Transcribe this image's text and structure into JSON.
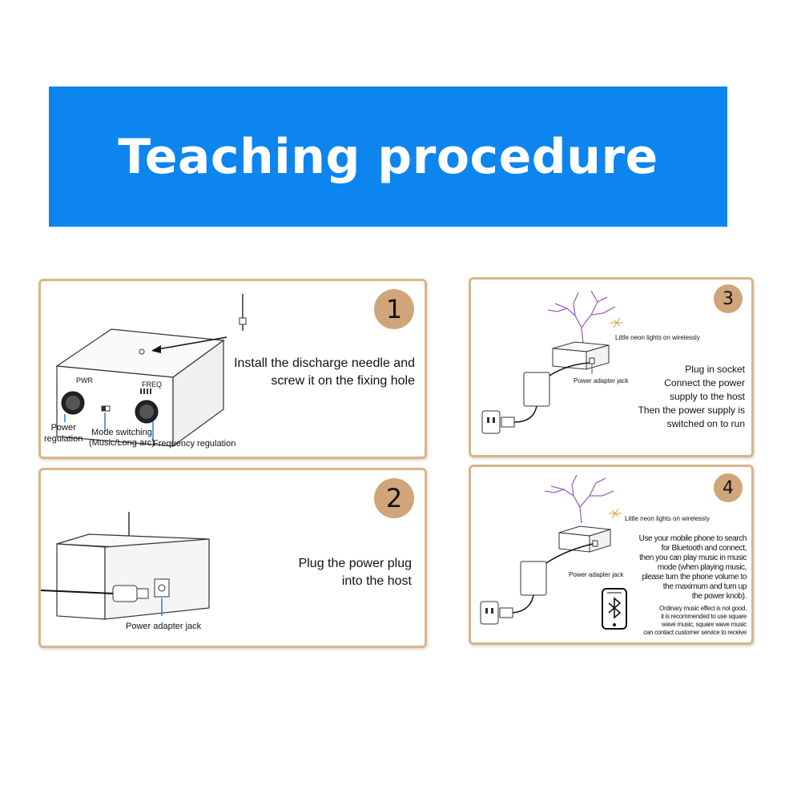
{
  "banner": {
    "title": "Teaching procedure",
    "bg_color": "#0d85ee"
  },
  "accent_color": "#cfa579",
  "border_color": "#d9b58a",
  "steps": [
    {
      "number": "1",
      "instruction": [
        "Install the discharge needle and",
        "screw it on the fixing hole"
      ],
      "labels": {
        "pwr": "PWR",
        "freq": "FREQ",
        "power": [
          "Power",
          "regulation"
        ],
        "mode": [
          "Mode switching",
          "(Music/Long arc)"
        ],
        "frequency": "Frequency regulation"
      }
    },
    {
      "number": "2",
      "instruction": [
        "Plug the power plug",
        "into the host"
      ],
      "labels": {
        "jack": "Power adapter jack"
      }
    },
    {
      "number": "3",
      "instruction": [
        "Plug in socket",
        "Connect the power",
        "supply to the host",
        "Then the power supply is",
        "switched on to run"
      ],
      "labels": {
        "neon": "Little neon lights on wirelessly",
        "jack": "Power adapter jack"
      }
    },
    {
      "number": "4",
      "instruction": [
        "Use your mobile phone to search",
        "for Bluetooth and connect,",
        "then you can play music in music",
        "mode (when playing music,",
        "please turn the phone volume to",
        "the maximum and turn up",
        "the power knob)."
      ],
      "note": [
        "Ordinary music effect is not good,",
        "it is recommended to use square",
        "wave music, square wave music",
        "can contact customer service to receive"
      ],
      "labels": {
        "neon": "Little neon lights on wirelessly",
        "jack": "Power adapter jack"
      }
    }
  ]
}
